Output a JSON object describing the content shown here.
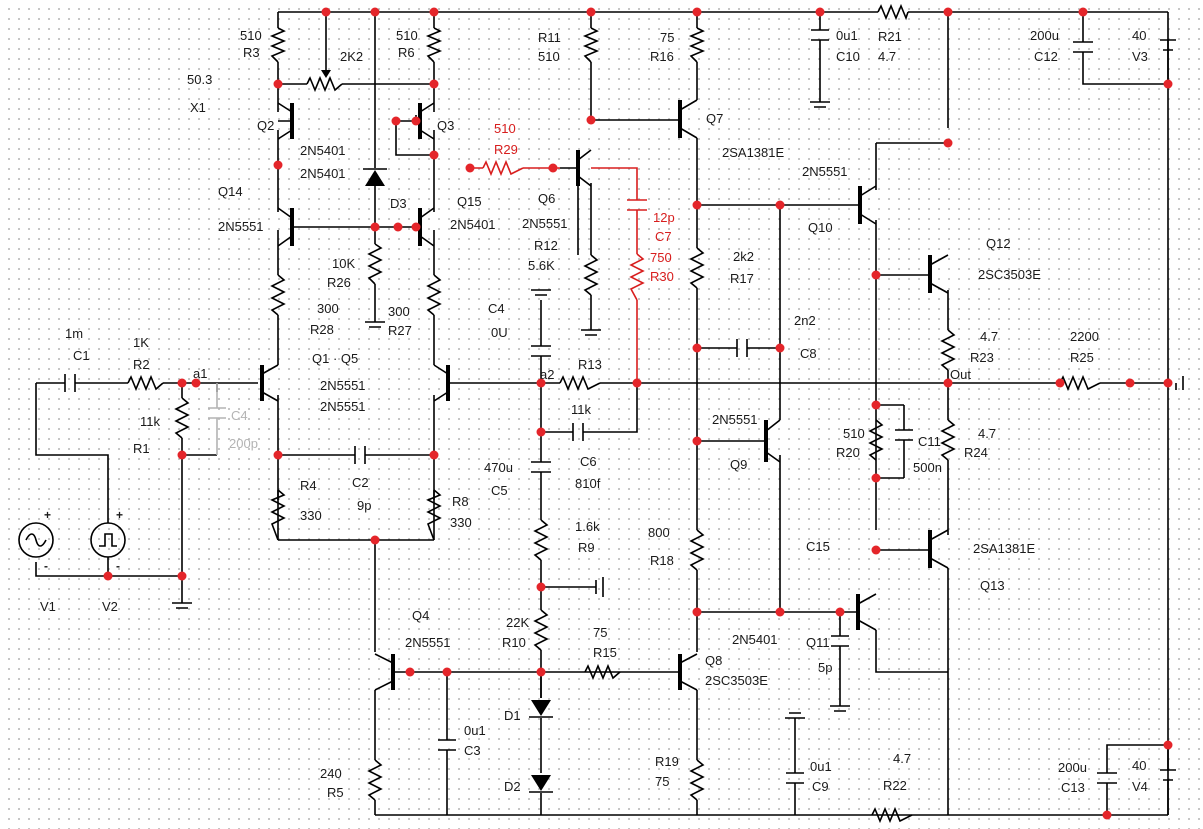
{
  "labels": {
    "r3_val": "510",
    "r3_ref": "R3",
    "pot_val": "2K2",
    "r6_val": "510",
    "r6_ref": "R6",
    "x1_val": "50.3",
    "x1_ref": "X1",
    "q2_ref": "Q2",
    "q2_part": "2N5401",
    "q3_ref": "Q3",
    "q3_part": "2N5401",
    "d3_ref": "D3",
    "q14_ref": "Q14",
    "q14_part": "2N5551",
    "q15_ref": "Q15",
    "q15_part": "2N5401",
    "r26_val": "10K",
    "r26_ref": "R26",
    "r28_val": "300",
    "r28_ref": "R28",
    "r27_val": "300",
    "r27_ref": "R27",
    "q1q5_ref": "Q1 · Q5",
    "q1_part": "2N5551",
    "q5_part": "2N5551",
    "c1_val": "1m",
    "c1_ref": "C1",
    "r2_val": "1K",
    "r2_ref": "R2",
    "r1_val": "11k",
    "r1_ref": "R1",
    "c4g_ref": "C4",
    "c4g_val": "200p",
    "node_a1": "a1",
    "node_a2": "a2",
    "r4_ref": "R4",
    "r4_val": "330",
    "c2_ref": "C2",
    "c2_val": "9p",
    "r8_ref": "R8",
    "r8_val": "330",
    "v1_ref": "V1",
    "v2_ref": "V2",
    "r11_ref": "R11",
    "r11_val": "510",
    "r29_val": "510",
    "r29_ref": "R29",
    "q6_ref": "Q6",
    "q6_part": "2N5551",
    "r12_ref": "R12",
    "r12_val": "5.6K",
    "c4_ref": "C4",
    "c4_val": "0U",
    "c7_val": "12p",
    "c7_ref": "C7",
    "r30_val": "750",
    "r30_ref": "R30",
    "r13_ref": "R13",
    "c6_val": "11k",
    "c6_ref": "C6",
    "c6_val2": "810f",
    "c5_val": "470u",
    "c5_ref": "C5",
    "r9_val": "1.6k",
    "r9_ref": "R9",
    "r10_val": "22K",
    "r10_ref": "R10",
    "r15_val": "75",
    "r15_ref": "R15",
    "q4_ref": "Q4",
    "q4_part": "2N5551",
    "c3_val": "0u1",
    "c3_ref": "C3",
    "r5_val": "240",
    "r5_ref": "R5",
    "d1_ref": "D1",
    "d2_ref": "D2",
    "r16_val": "75",
    "r16_ref": "R16",
    "q7_ref": "Q7",
    "q7_part": "2SA1381E",
    "r17_val": "2k2",
    "r17_ref": "R17",
    "c8_val": "2n2",
    "c8_ref": "C8",
    "q9_part": "2N5551",
    "q9_ref": "Q9",
    "r18_val": "800",
    "r18_ref": "R18",
    "q8_ref": "Q8",
    "q8_part": "2SC3503E",
    "r19_ref": "R19",
    "r19_val": "75",
    "c10_val": "0u1",
    "c10_ref": "C10",
    "r21_ref": "R21",
    "r21_val": "4.7",
    "q10_part": "2N5551",
    "q10_ref": "Q10",
    "q12_ref": "Q12",
    "q12_part": "2SC3503E",
    "r23_val": "4.7",
    "r23_ref": "R23",
    "node_out": "Out",
    "r25_val": "2200",
    "r25_ref": "R25",
    "r20_val": "510",
    "r20_ref": "R20",
    "c11_ref": "C11",
    "c11_val": "500n",
    "r24_val": "4.7",
    "r24_ref": "R24",
    "c15_ref": "C15",
    "q13_part": "2SA1381E",
    "q13_ref": "Q13",
    "q11_part": "2N5401",
    "q11_ref": "Q11",
    "c15_val": "5p",
    "c9_val": "0u1",
    "c9_ref": "C9",
    "r22_val": "4.7",
    "r22_ref": "R22",
    "c12_val": "200u",
    "c12_ref": "C12",
    "v3_val": "40",
    "v3_ref": "V3",
    "c13_val": "200u",
    "c13_ref": "C13",
    "v4_val": "40",
    "v4_ref": "V4",
    "plus": "+",
    "minus": "-"
  }
}
